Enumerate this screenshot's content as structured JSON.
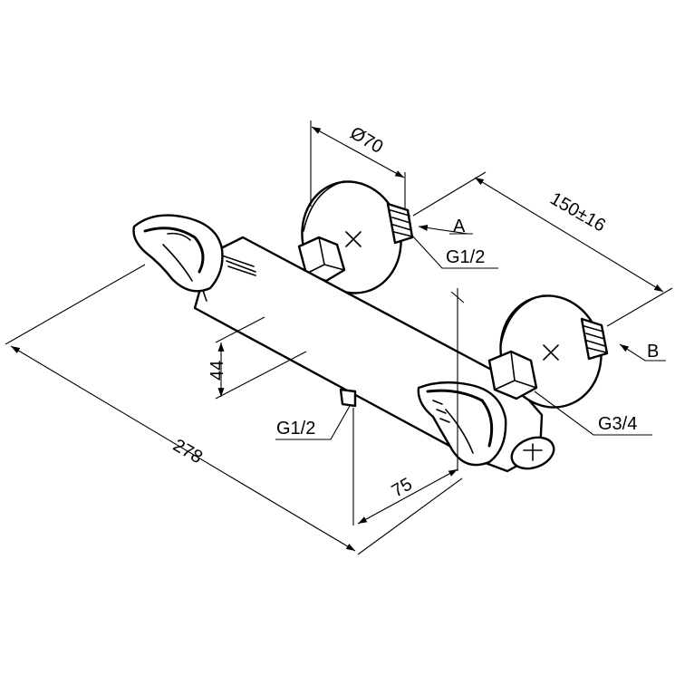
{
  "labels": {
    "diameter": "Ø70",
    "center_distance": "150±16",
    "port_a": "A",
    "port_b": "B",
    "thread_a": "G1/2",
    "thread_bottom": "G1/2",
    "thread_outlet": "G3/4",
    "height": "44",
    "length": "278",
    "offset": "75"
  }
}
